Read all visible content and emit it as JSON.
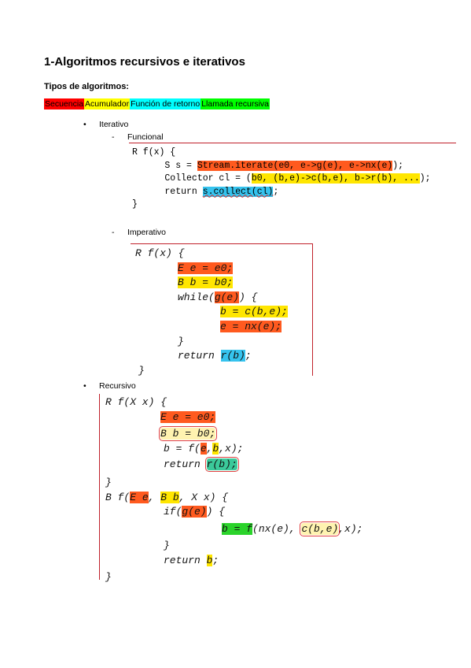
{
  "title": "1-Algoritmos recursivos e iterativos",
  "subtitle": "Tipos de algoritmos:",
  "legend": [
    {
      "label": "Secuencia",
      "color": "#ff0000"
    },
    {
      "label": "Acumulador",
      "color": "#ffff00"
    },
    {
      "label": "Función de retorno",
      "color": "#00ffff"
    },
    {
      "label": "Llamada recursiva",
      "color": "#00ff00"
    }
  ],
  "iterativo": {
    "label": "Iterativo",
    "funcional": {
      "label": "Funcional",
      "line1": "R f(x) {",
      "line2_pre": "      S s = ",
      "line2_hl": "Stream.iterate(e0, e->g(e), e->nx(e)",
      "line2_post": ");",
      "line3_pre": "      Collector cl = (",
      "line3_hl": "b0, (b,e)->c(b,e), b->r(b), ...",
      "line3_post": ");",
      "line4_pre": "      return ",
      "line4_hl": "s.collect(cl)",
      "line4_post": ";",
      "line5": "}"
    },
    "imperativo": {
      "label": "Imperativo",
      "l1": "R f(x) {",
      "l2": "E e = e0;",
      "l3": "B b = b0;",
      "l4_pre": "while(",
      "l4_hl": "g(e)",
      "l4_post": ") {",
      "l5": "b = c(b,e);",
      "l6": "e = nx(e);",
      "l7": "}",
      "l8_pre": "return ",
      "l8_hl": "r(b)",
      "l8_post": ";",
      "l9": "}"
    }
  },
  "recursivo": {
    "label": "Recursivo",
    "r1": "R f(X x) {",
    "r2": "E e = e0;",
    "r3": "B b = b0;",
    "r4_pre": "b = f(",
    "r4_e": "e",
    "r4_mid": ",",
    "r4_b": "b",
    "r4_post": ",x);",
    "r5_pre": "return ",
    "r5_hl": "r(b);",
    "r6": "}",
    "r7_pre": "B f(",
    "r7_e": "E e",
    "r7_mid": ", ",
    "r7_b": "B b",
    "r7_post": ", X x) {",
    "r8_pre": "if(",
    "r8_hl": "g(e)",
    "r8_post": ") {",
    "r9_hl": "b = f",
    "r9_mid": "(nx(e), ",
    "r9_box": "c(b,e)",
    "r9_post": ",x);",
    "r10": "}",
    "r11_pre": "return ",
    "r11_hl": "b",
    "r11_post": ";",
    "r12": "}"
  }
}
